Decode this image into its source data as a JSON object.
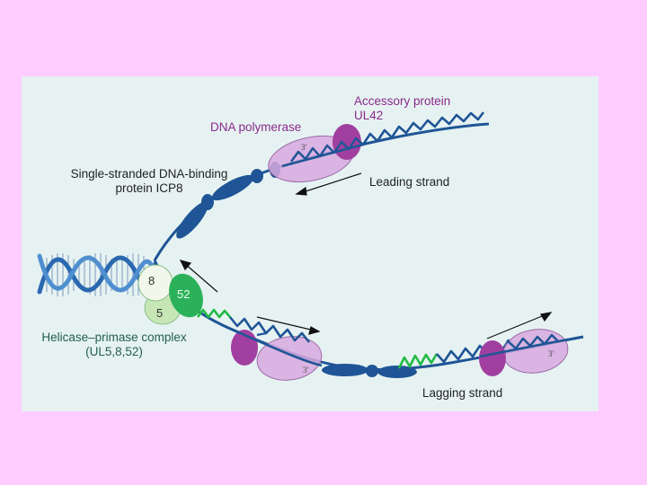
{
  "labels": {
    "accessory_protein_line1": "Accessory protein",
    "accessory_protein_line2": "UL42",
    "dna_polymerase": "DNA polymerase",
    "ssb_line1": "Single-stranded DNA-binding",
    "ssb_line2": "protein ICP8",
    "leading_strand": "Leading strand",
    "helicase_line1": "Helicase–primase complex",
    "helicase_line2": "(UL5,8,52)",
    "lagging_strand": "Lagging strand"
  },
  "subunits": {
    "s8": "8",
    "s52": "52",
    "s5": "5"
  },
  "ends": {
    "leading_3prime": "3'",
    "lagging_3prime_left": "3'",
    "lagging_3prime_right": "3'"
  },
  "colors": {
    "page_background": "#ffccff",
    "panel_background": "#e6f2f2",
    "dna_blue": "#1f5596",
    "primer_green": "#22bb44",
    "polymerase_lilac": "#d7a9df",
    "accessory_purple": "#a13fa0",
    "label_purple": "#8a2a8a",
    "helicase_dark_green": "#2bb15a",
    "helicase_light_green": "#c6e6b6"
  }
}
